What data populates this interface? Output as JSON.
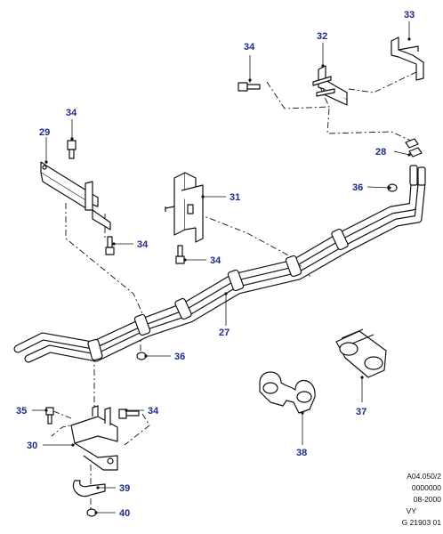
{
  "callouts": {
    "c27": "27",
    "c28": "28",
    "c29": "29",
    "c30": "30",
    "c31": "31",
    "c32": "32",
    "c33": "33",
    "c34a": "34",
    "c34b": "34",
    "c34c": "34",
    "c34d": "34",
    "c34e": "34",
    "c35": "35",
    "c36a": "36",
    "c36b": "36",
    "c37": "37",
    "c38": "38",
    "c39": "39",
    "c40": "40"
  },
  "reference": {
    "line1": "A04.050/2",
    "line2": "0000000",
    "line3": "08-2000",
    "line4": "VY",
    "line5": "G 21903 01"
  },
  "colors": {
    "callout": "#1f2a8a",
    "line": "#111111"
  }
}
